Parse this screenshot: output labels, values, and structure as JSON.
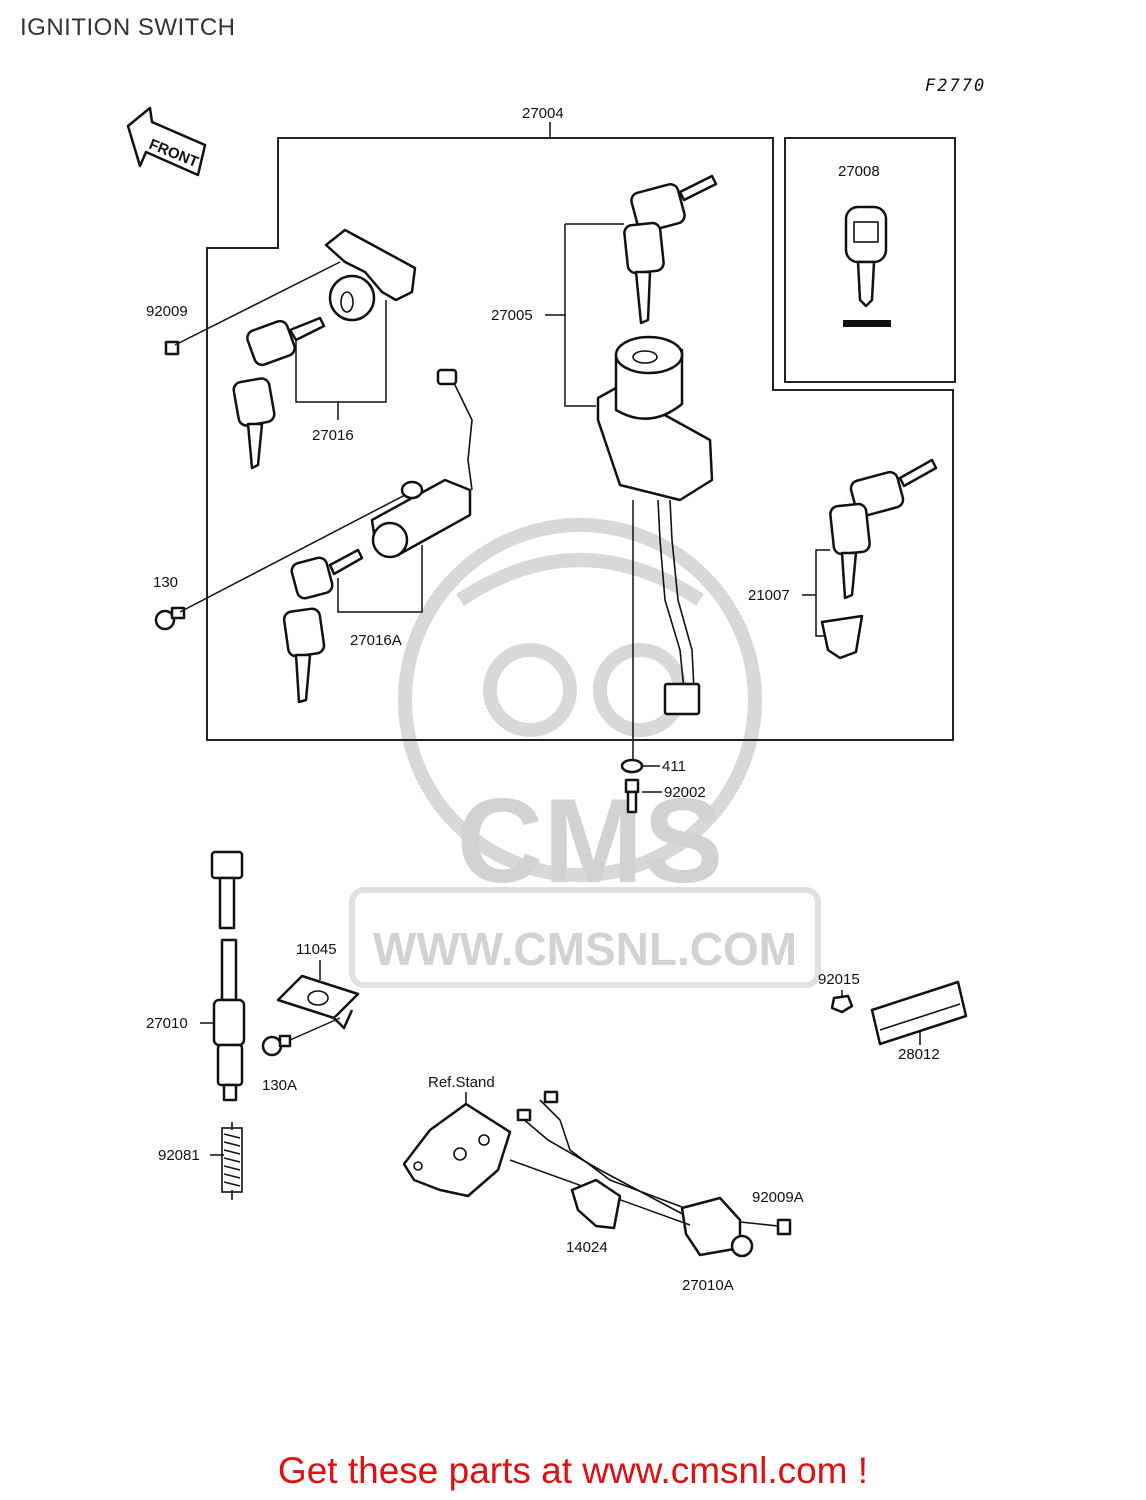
{
  "title": "IGNITION SWITCH",
  "figure_code": "F2770",
  "front_label": "FRONT",
  "watermark": {
    "brand": "CMS",
    "url": "WWW.CMSNL.COM"
  },
  "parts": {
    "p27004": "27004",
    "p27008": "27008",
    "p92009": "92009",
    "p27005": "27005",
    "p27016": "27016",
    "p130": "130",
    "p27016A": "27016A",
    "p21007": "21007",
    "p411": "411",
    "p92002": "92002",
    "p11045": "11045",
    "p27010": "27010",
    "p130A": "130A",
    "p92015": "92015",
    "p28012": "28012",
    "ref_stand": "Ref.Stand",
    "p92081": "92081",
    "p92009A": "92009A",
    "p14024": "14024",
    "p27010A": "27010A"
  },
  "footer": "Get these parts at www.cmsnl.com !",
  "colors": {
    "footer": "#dd1111",
    "line": "#111111",
    "watermark": "#d2d2d2"
  }
}
